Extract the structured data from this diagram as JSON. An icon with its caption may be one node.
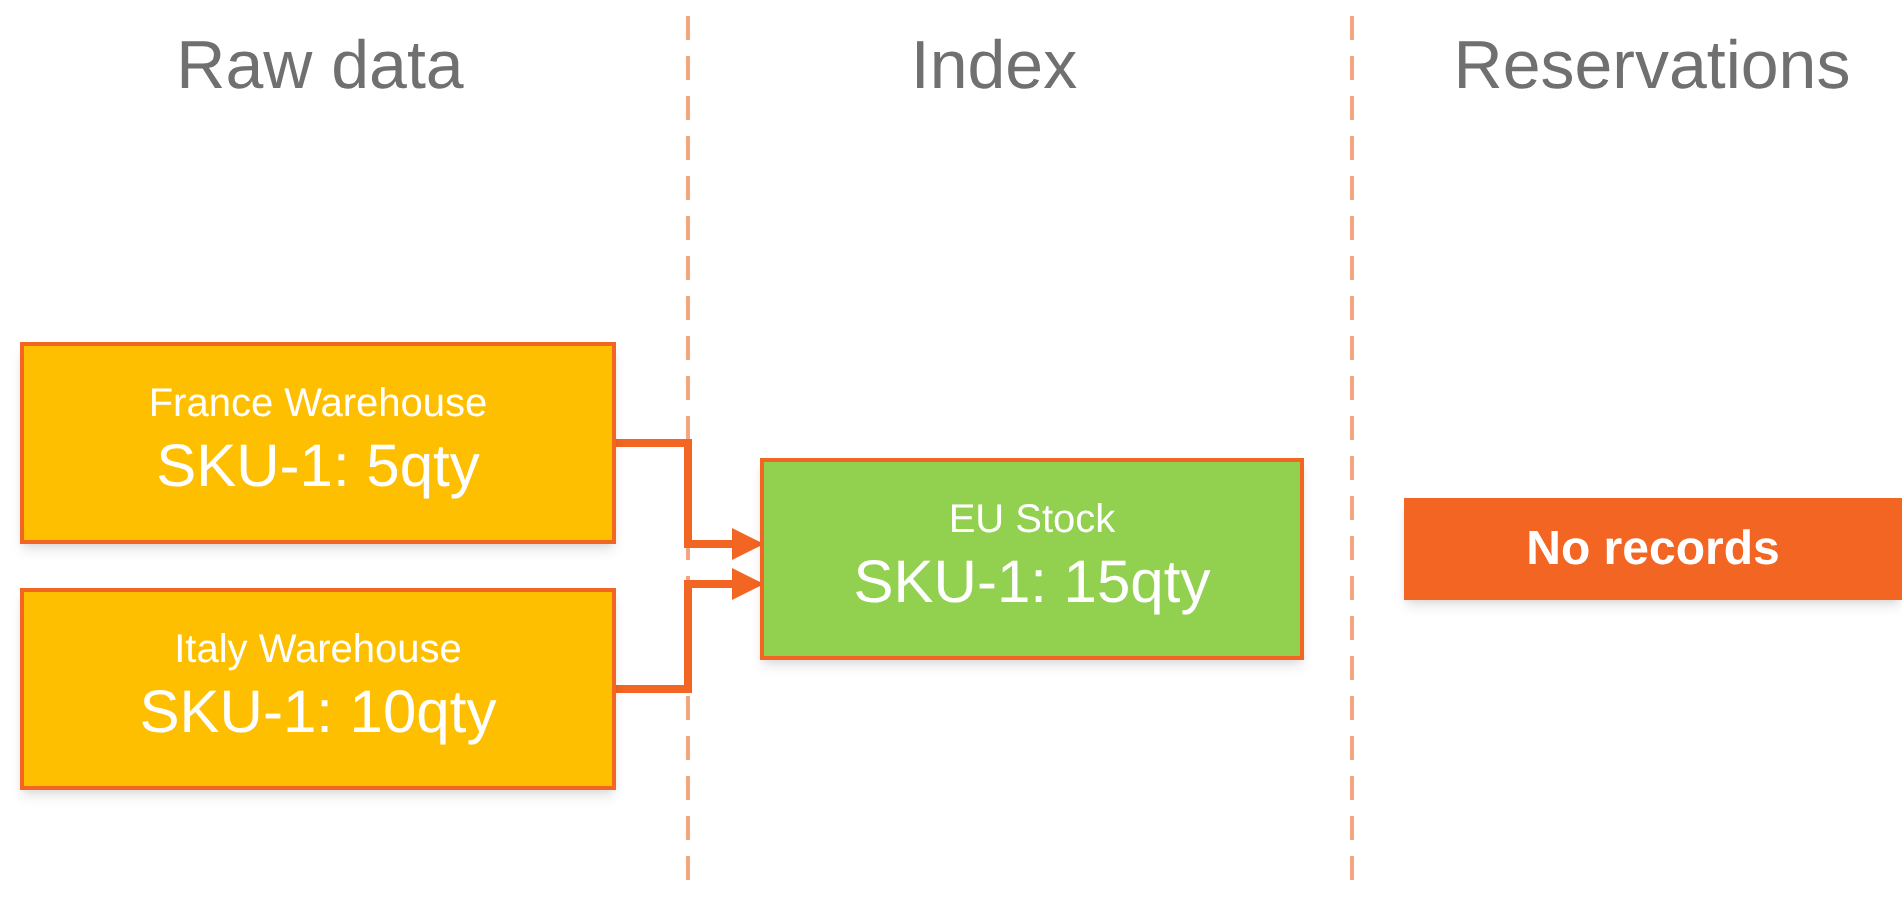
{
  "diagram": {
    "nodes": [
      {
        "text": [
          "France Warehouse",
          "SKU-1: 5qty"
        ]
      },
      {
        "text": [
          "Italy Warehouse",
          "SKU-1: 10qty"
        ]
      },
      {
        "text": [
          "EU Stock",
          "SKU-1: 15qty"
        ]
      },
      {
        "text": [
          "No records"
        ]
      }
    ],
    "edges": [
      {
        "from": 0,
        "to": 2,
        "arrow": "to"
      },
      {
        "from": 1,
        "to": 2,
        "arrow": "to"
      }
    ],
    "labels": [
      "Raw data",
      "Index",
      "Reservations"
    ]
  }
}
